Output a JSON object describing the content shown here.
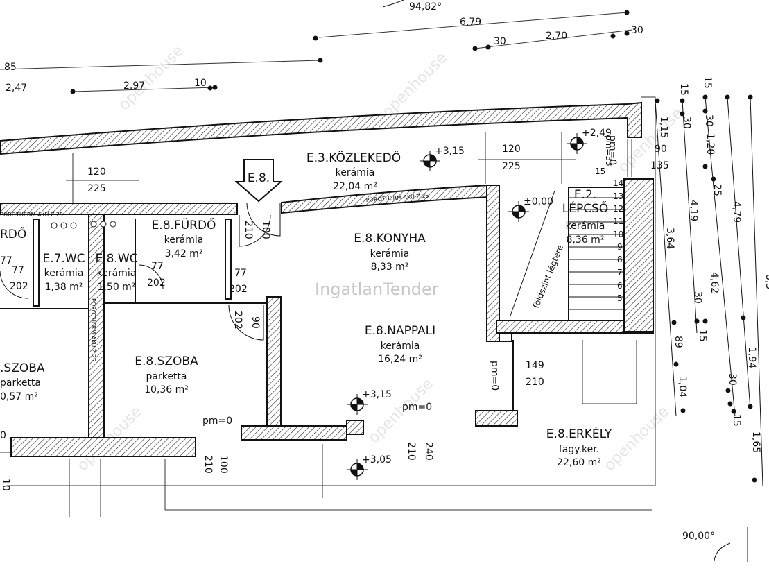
{
  "watermark": "IngatlanTender",
  "watermark_tile": "openhouse",
  "rooms": [
    {
      "code": "E.3.KÖZLEKEDŐ",
      "floor": "kerámia",
      "area": "22,04 m²"
    },
    {
      "code": "E.8.KONYHA",
      "floor": "kerámia",
      "area": "8,33 m²"
    },
    {
      "code": "E.8.NAPPALI",
      "floor": "kerámia",
      "area": "16,24 m²"
    },
    {
      "code": "E.8.SZOBA",
      "floor": "parketta",
      "area": "10,36 m²"
    },
    {
      "code": "E.8.FÜRDŐ",
      "floor": "kerámia",
      "area": "3,42 m²"
    },
    {
      "code": "E.7.WC",
      "floor": "kerámia",
      "area": "1,38 m²"
    },
    {
      "code": "E.8.WC",
      "floor": "kerámia",
      "area": "1,50 m²"
    },
    {
      "code": "E.2.",
      "name": "LÉPCSŐ",
      "floor": "kerámia",
      "area": "8,36 m²"
    },
    {
      "code": "E.8.ERKÉLY",
      "floor": "fagy.ker.",
      "area": "22,60 m²"
    },
    {
      "code": ".SZOBA",
      "floor": "parketta",
      "area": "0,57 m²"
    },
    {
      "code": "RDŐ"
    }
  ],
  "entrance_tag": "E.8.",
  "stair_note": "földszint légtere",
  "stair_steps": [
    "15",
    "14",
    "13",
    "12",
    "11",
    "10",
    "9",
    "8",
    "7",
    "6",
    "5"
  ],
  "levels": [
    "+3,15",
    "+2,49",
    "±0,00",
    "+3,15",
    "+3,05"
  ],
  "wall_label": "POROTHERM AKU Z 25",
  "angles": [
    "94,82°",
    "90,00°"
  ],
  "top_dims": [
    "6,79",
    "30",
    "2,70",
    "30",
    "2,47",
    "2,97",
    "10",
    "85"
  ],
  "right_dims": [
    "15",
    "15",
    "30",
    "30",
    "1,20",
    "1,15",
    "90",
    "135",
    "25",
    "4,19",
    "4,79",
    "3,64",
    "4,62",
    "30",
    "15",
    "89",
    "1,04",
    "1,94",
    "30",
    "15",
    "1,65",
    "pm=33"
  ],
  "openings": [
    "120",
    "225",
    "120",
    "225",
    "100",
    "210",
    "77",
    "202",
    "77",
    "202",
    "77",
    "202",
    "202",
    "90",
    "149",
    "210",
    "pm=0",
    "pm=0",
    "pm=0",
    "pm=0",
    "100",
    "210",
    "210",
    "240",
    "pm=0"
  ],
  "clipped": [
    "0",
    "10",
    "77",
    "8,5"
  ]
}
